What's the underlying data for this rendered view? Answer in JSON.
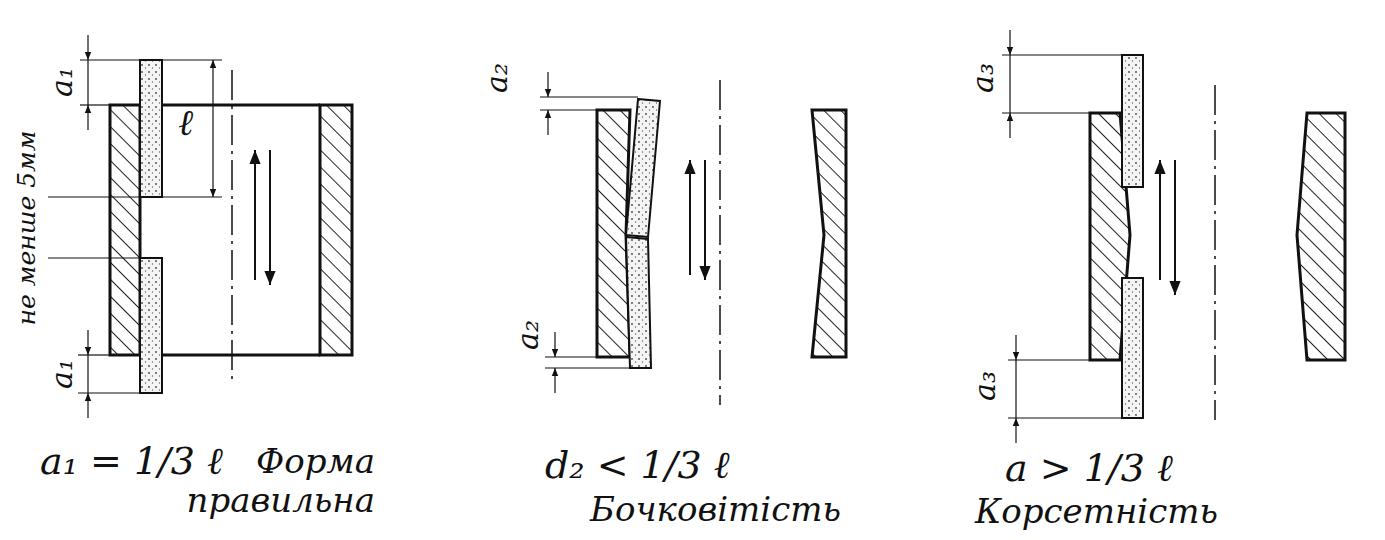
{
  "diagram": {
    "labels": [
      "a₁",
      "ℓ",
      "не менше 5мм",
      "a₁",
      "a₁ = 1/3 ℓ",
      "Форма правильна",
      "a₂",
      "a₂",
      "d₂ < 1/3 ℓ",
      "Бочковітість",
      "a₃",
      "a₃",
      "a > 1/3 ℓ",
      "Корсетність"
    ]
  }
}
